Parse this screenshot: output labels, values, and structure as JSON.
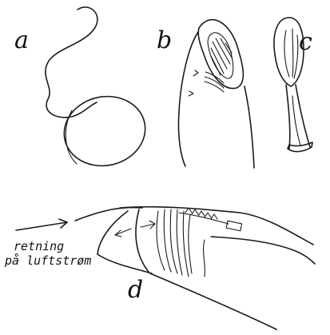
{
  "labels": {
    "a": "a",
    "b": "b",
    "c": "c",
    "d": "d"
  },
  "caption": {
    "line1": "retning",
    "line2": "på luftstrøm"
  },
  "colors": {
    "ink": "#1a1a1a",
    "background": "#ffffff",
    "wood_hatch": "#555555"
  }
}
